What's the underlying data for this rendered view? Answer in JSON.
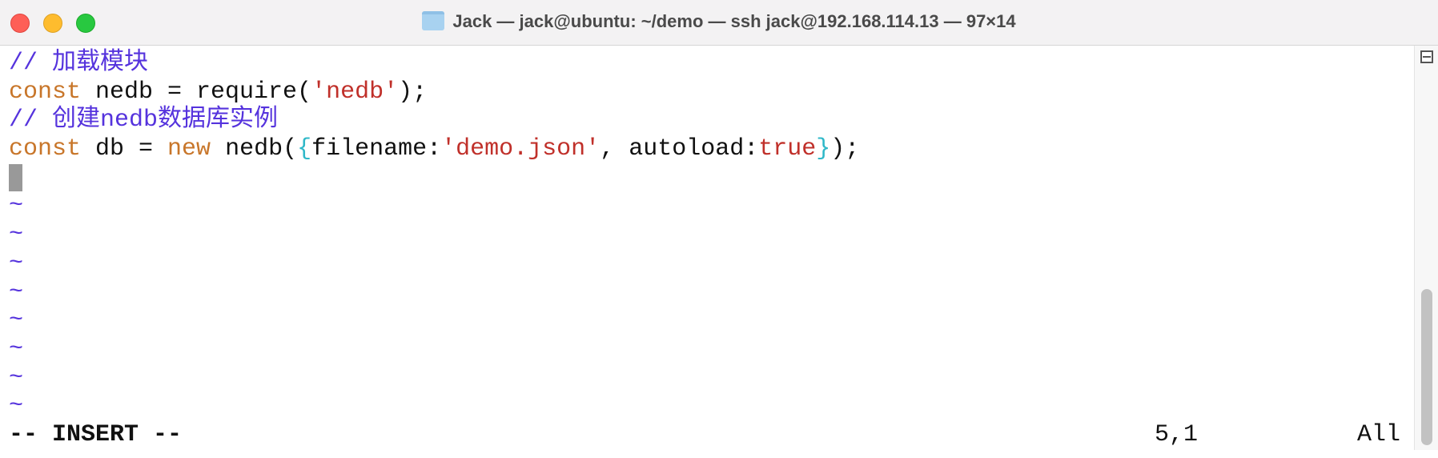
{
  "window": {
    "title": "Jack — jack@ubuntu: ~/demo — ssh jack@192.168.114.13 — 97×14",
    "title_icon": "folder-icon"
  },
  "colors": {
    "comment": "#5533dd",
    "keyword": "#c8762a",
    "string": "#c0302a",
    "brace": "#2fb8c8"
  },
  "editor": {
    "line1": {
      "comment": "// 加载模块"
    },
    "line2": {
      "kw": "const",
      "a": " nedb = require(",
      "str": "'nedb'",
      "b": ");"
    },
    "line3": {
      "comment": "// 创建nedb数据库实例"
    },
    "line4": {
      "kw": "const",
      "a": " db = ",
      "kw2": "new",
      "b": " nedb(",
      "br1": "{",
      "c": "filename:",
      "str": "'demo.json'",
      "d": ", autoload:",
      "str2": "true",
      "br2": "}",
      "e": ");"
    },
    "tilde": "~",
    "mode": "-- INSERT --",
    "position": "5,1",
    "scroll": "All"
  }
}
